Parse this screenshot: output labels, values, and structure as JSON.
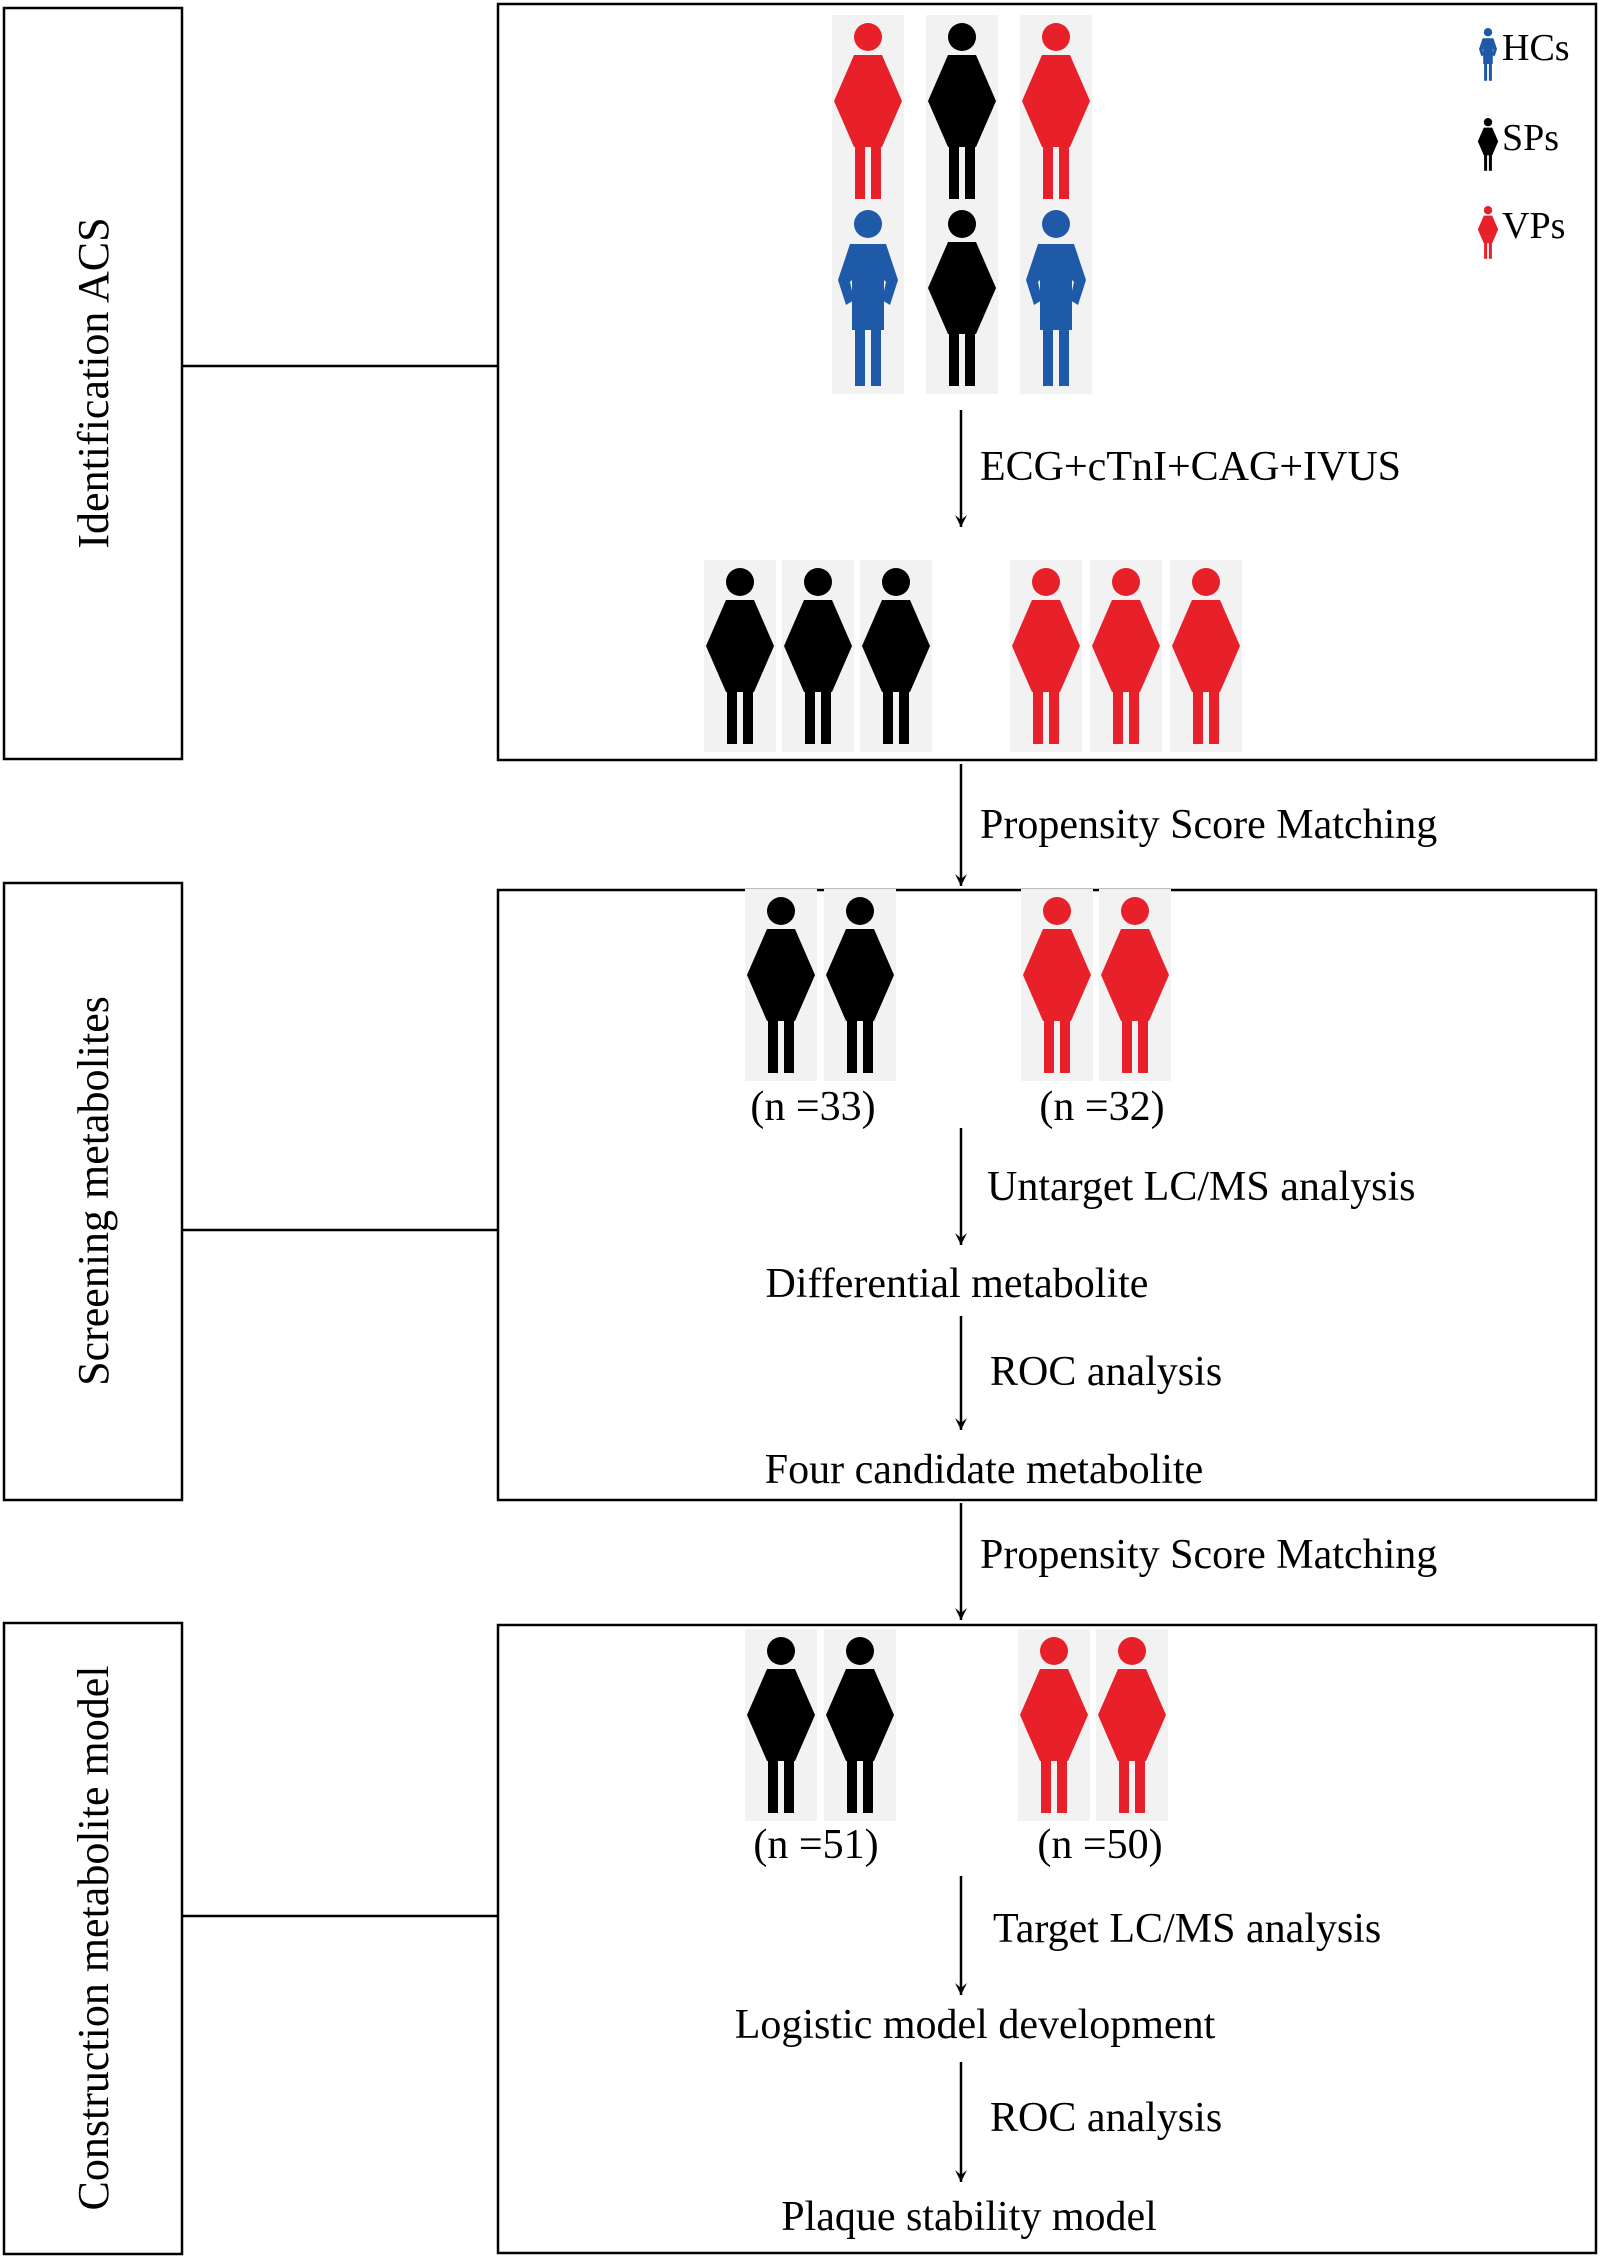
{
  "colors": {
    "hc": "#1f5aa8",
    "sp": "#000000",
    "vp": "#e8202a",
    "tile": "#f2f2f2",
    "line": "#000000"
  },
  "legend": {
    "hc": "HCs",
    "sp": "SPs",
    "vp": "VPs"
  },
  "stages": [
    {
      "label": "Identification  ACS"
    },
    {
      "label": "Screening  metabolites"
    },
    {
      "label": "Construction metabolite model"
    }
  ],
  "steps": {
    "identification": "ECG+cTnI+CAG+IVUS",
    "psm1": "Propensity Score Matching",
    "psm2": "Propensity Score Matching",
    "untarget": "Untarget LC/MS  analysis",
    "differential": "Differential metabolite",
    "roc1": "ROC analysis",
    "four_candidate": "Four candidate metabolite",
    "target": "Target LC/MS  analysis",
    "logistic": "Logistic model development",
    "roc2": "ROC analysis",
    "plaque": "Plaque stability model"
  },
  "counts": {
    "screening_sp": "(n =33)",
    "screening_vp": "(n =32)",
    "model_sp": "(n =51)",
    "model_vp": "(n =50)"
  }
}
